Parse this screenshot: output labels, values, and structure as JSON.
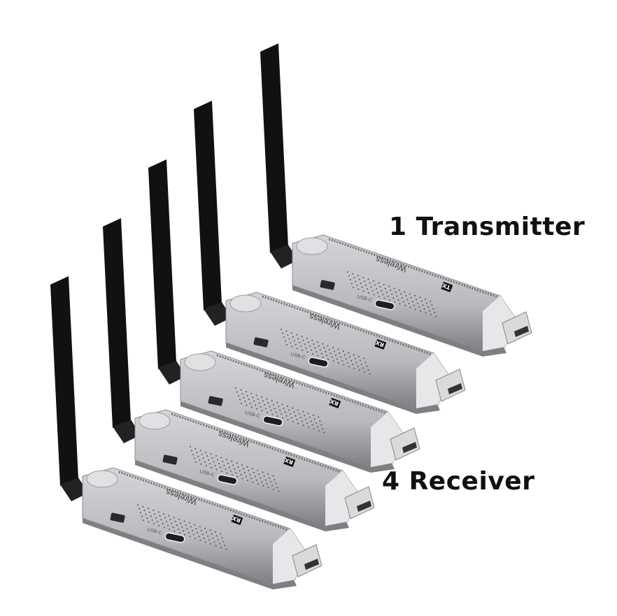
{
  "captions": {
    "transmitter": "1 Transmitter",
    "receiver": "4 Receiver"
  },
  "devices": [
    {
      "badge": "TX",
      "brand": "Wireless",
      "port": "USB-C"
    },
    {
      "badge": "RX",
      "brand": "Wireless",
      "port": "USB-C"
    },
    {
      "badge": "RX",
      "brand": "Wireless",
      "port": "USB-C"
    },
    {
      "badge": "RX",
      "brand": "Wireless",
      "port": "USB-C"
    },
    {
      "badge": "RX",
      "brand": "Wireless",
      "port": "USB-C"
    }
  ],
  "colors": {
    "antenna": "#111111",
    "body": "#b9babd",
    "body_dark": "#7d7f83",
    "background": "#ffffff"
  }
}
